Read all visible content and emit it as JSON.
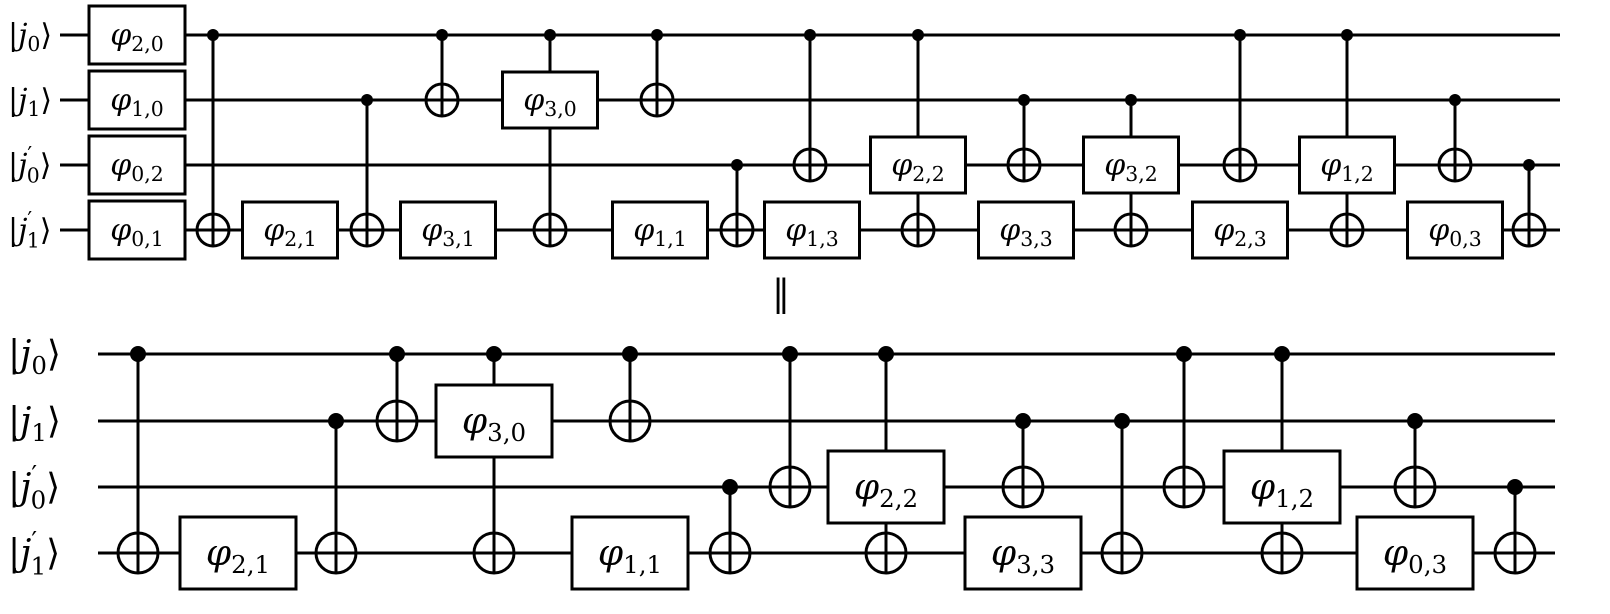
{
  "diagram": {
    "type": "quantum-circuit",
    "equals_symbol": "‖",
    "ket_left": "|",
    "ket_right": "⟩",
    "qubits": [
      {
        "var": "j",
        "sub": "0",
        "prime": ""
      },
      {
        "var": "j",
        "sub": "1",
        "prime": ""
      },
      {
        "var": "j",
        "sub": "0",
        "prime": "′"
      },
      {
        "var": "j",
        "sub": "1",
        "prime": "′"
      }
    ],
    "top_circuit": {
      "initial_gates": [
        {
          "sym": "φ",
          "sub": "2,0",
          "wire": 0
        },
        {
          "sym": "φ",
          "sub": "1,0",
          "wire": 1
        },
        {
          "sym": "φ",
          "sub": "0,2",
          "wire": 2
        },
        {
          "sym": "φ",
          "sub": "0,1",
          "wire": 3
        }
      ],
      "ops": [
        {
          "kind": "cnot",
          "control": 0,
          "target": 3
        },
        {
          "kind": "gate",
          "sym": "φ",
          "sub": "2,1",
          "wire": 3
        },
        {
          "kind": "cnot",
          "control": 1,
          "target": 3
        },
        {
          "kind": "cnot",
          "control": 0,
          "target": 1
        },
        {
          "kind": "gate",
          "sym": "φ",
          "sub": "3,1",
          "wire": 3
        },
        {
          "kind": "ctrl-gate",
          "control": 0,
          "target": 3,
          "sym": "φ",
          "sub": "3,0",
          "wire": 1
        },
        {
          "kind": "cnot",
          "control": 0,
          "target": 1
        },
        {
          "kind": "gate",
          "sym": "φ",
          "sub": "1,1",
          "wire": 3
        },
        {
          "kind": "cnot",
          "control": 2,
          "target": 3
        },
        {
          "kind": "gate",
          "sym": "φ",
          "sub": "1,3",
          "wire": 3
        },
        {
          "kind": "cnot",
          "control": 0,
          "target": 2
        },
        {
          "kind": "ctrl-gate",
          "control": 0,
          "target": 3,
          "sym": "φ",
          "sub": "2,2",
          "wire": 2
        },
        {
          "kind": "cnot",
          "control": 1,
          "target": 2
        },
        {
          "kind": "gate",
          "sym": "φ",
          "sub": "3,3",
          "wire": 3
        },
        {
          "kind": "ctrl-gate",
          "control": 1,
          "target": 3,
          "sym": "φ",
          "sub": "3,2",
          "wire": 2
        },
        {
          "kind": "cnot",
          "control": 0,
          "target": 2
        },
        {
          "kind": "gate",
          "sym": "φ",
          "sub": "2,3",
          "wire": 3
        },
        {
          "kind": "ctrl-gate",
          "control": 0,
          "target": 3,
          "sym": "φ",
          "sub": "1,2",
          "wire": 2
        },
        {
          "kind": "cnot",
          "control": 1,
          "target": 2
        },
        {
          "kind": "gate",
          "sym": "φ",
          "sub": "0,3",
          "wire": 3
        },
        {
          "kind": "cnot",
          "control": 2,
          "target": 3
        }
      ]
    },
    "bottom_circuit": {
      "ops": [
        {
          "kind": "cnot",
          "control": 0,
          "target": 3
        },
        {
          "kind": "gate",
          "sym": "φ",
          "sub": "2,1",
          "wire": 3
        },
        {
          "kind": "cnot",
          "control": 1,
          "target": 3
        },
        {
          "kind": "cnot",
          "control": 0,
          "target": 1
        },
        {
          "kind": "ctrl-gate",
          "control": 0,
          "target": 3,
          "sym": "φ",
          "sub": "3,0",
          "wire": 1
        },
        {
          "kind": "gate",
          "sym": "φ",
          "sub": "1,1",
          "wire": 3
        },
        {
          "kind": "cnot",
          "control": 0,
          "target": 1
        },
        {
          "kind": "cnot",
          "control": 2,
          "target": 3
        },
        {
          "kind": "cnot",
          "control": 0,
          "target": 2
        },
        {
          "kind": "ctrl-gate",
          "control": 0,
          "target": 3,
          "sym": "φ",
          "sub": "2,2",
          "wire": 2
        },
        {
          "kind": "gate",
          "sym": "φ",
          "sub": "3,3",
          "wire": 3
        },
        {
          "kind": "cnot",
          "control": 1,
          "target": 2
        },
        {
          "kind": "cnot",
          "control": 1,
          "target": 3
        },
        {
          "kind": "cnot",
          "control": 0,
          "target": 2
        },
        {
          "kind": "ctrl-gate",
          "control": 0,
          "target": 3,
          "sym": "φ",
          "sub": "1,2",
          "wire": 2
        },
        {
          "kind": "gate",
          "sym": "φ",
          "sub": "0,3",
          "wire": 3
        },
        {
          "kind": "cnot",
          "control": 1,
          "target": 2
        },
        {
          "kind": "cnot",
          "control": 2,
          "target": 3
        }
      ]
    }
  }
}
